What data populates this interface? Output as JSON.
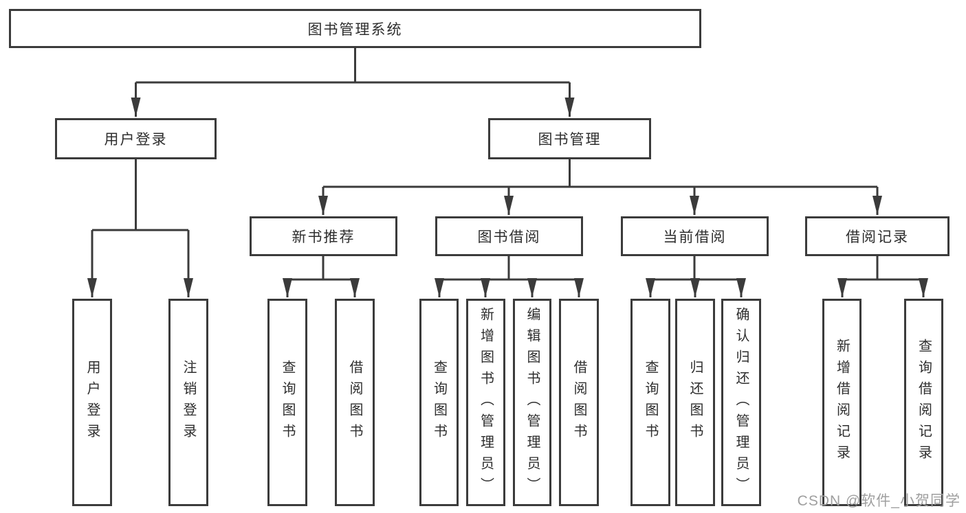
{
  "diagram": {
    "root": "图书管理系统",
    "user_login": {
      "label": "用户登录",
      "children": [
        "用户登录",
        "注销登录"
      ]
    },
    "book_mgmt": {
      "label": "图书管理",
      "sections": {
        "new_books": {
          "label": "新书推荐",
          "children": [
            "查询图书",
            "借阅图书"
          ]
        },
        "borrowing": {
          "label": "图书借阅",
          "children": [
            "查询图书",
            "新增图书（管理员）",
            "编辑图书（管理员）",
            "借阅图书"
          ]
        },
        "current": {
          "label": "当前借阅",
          "children": [
            "查询图书",
            "归还图书",
            "确认归还（管理员）"
          ]
        },
        "records": {
          "label": "借阅记录",
          "children": [
            "新增借阅记录",
            "查询借阅记录"
          ]
        }
      }
    },
    "colors": {
      "line": "#3b3b3b",
      "text": "#2e2e2e",
      "background": "#ffffff",
      "watermark": "#9f9f9f"
    }
  },
  "watermark": "CSDN @软件_小贺同学"
}
